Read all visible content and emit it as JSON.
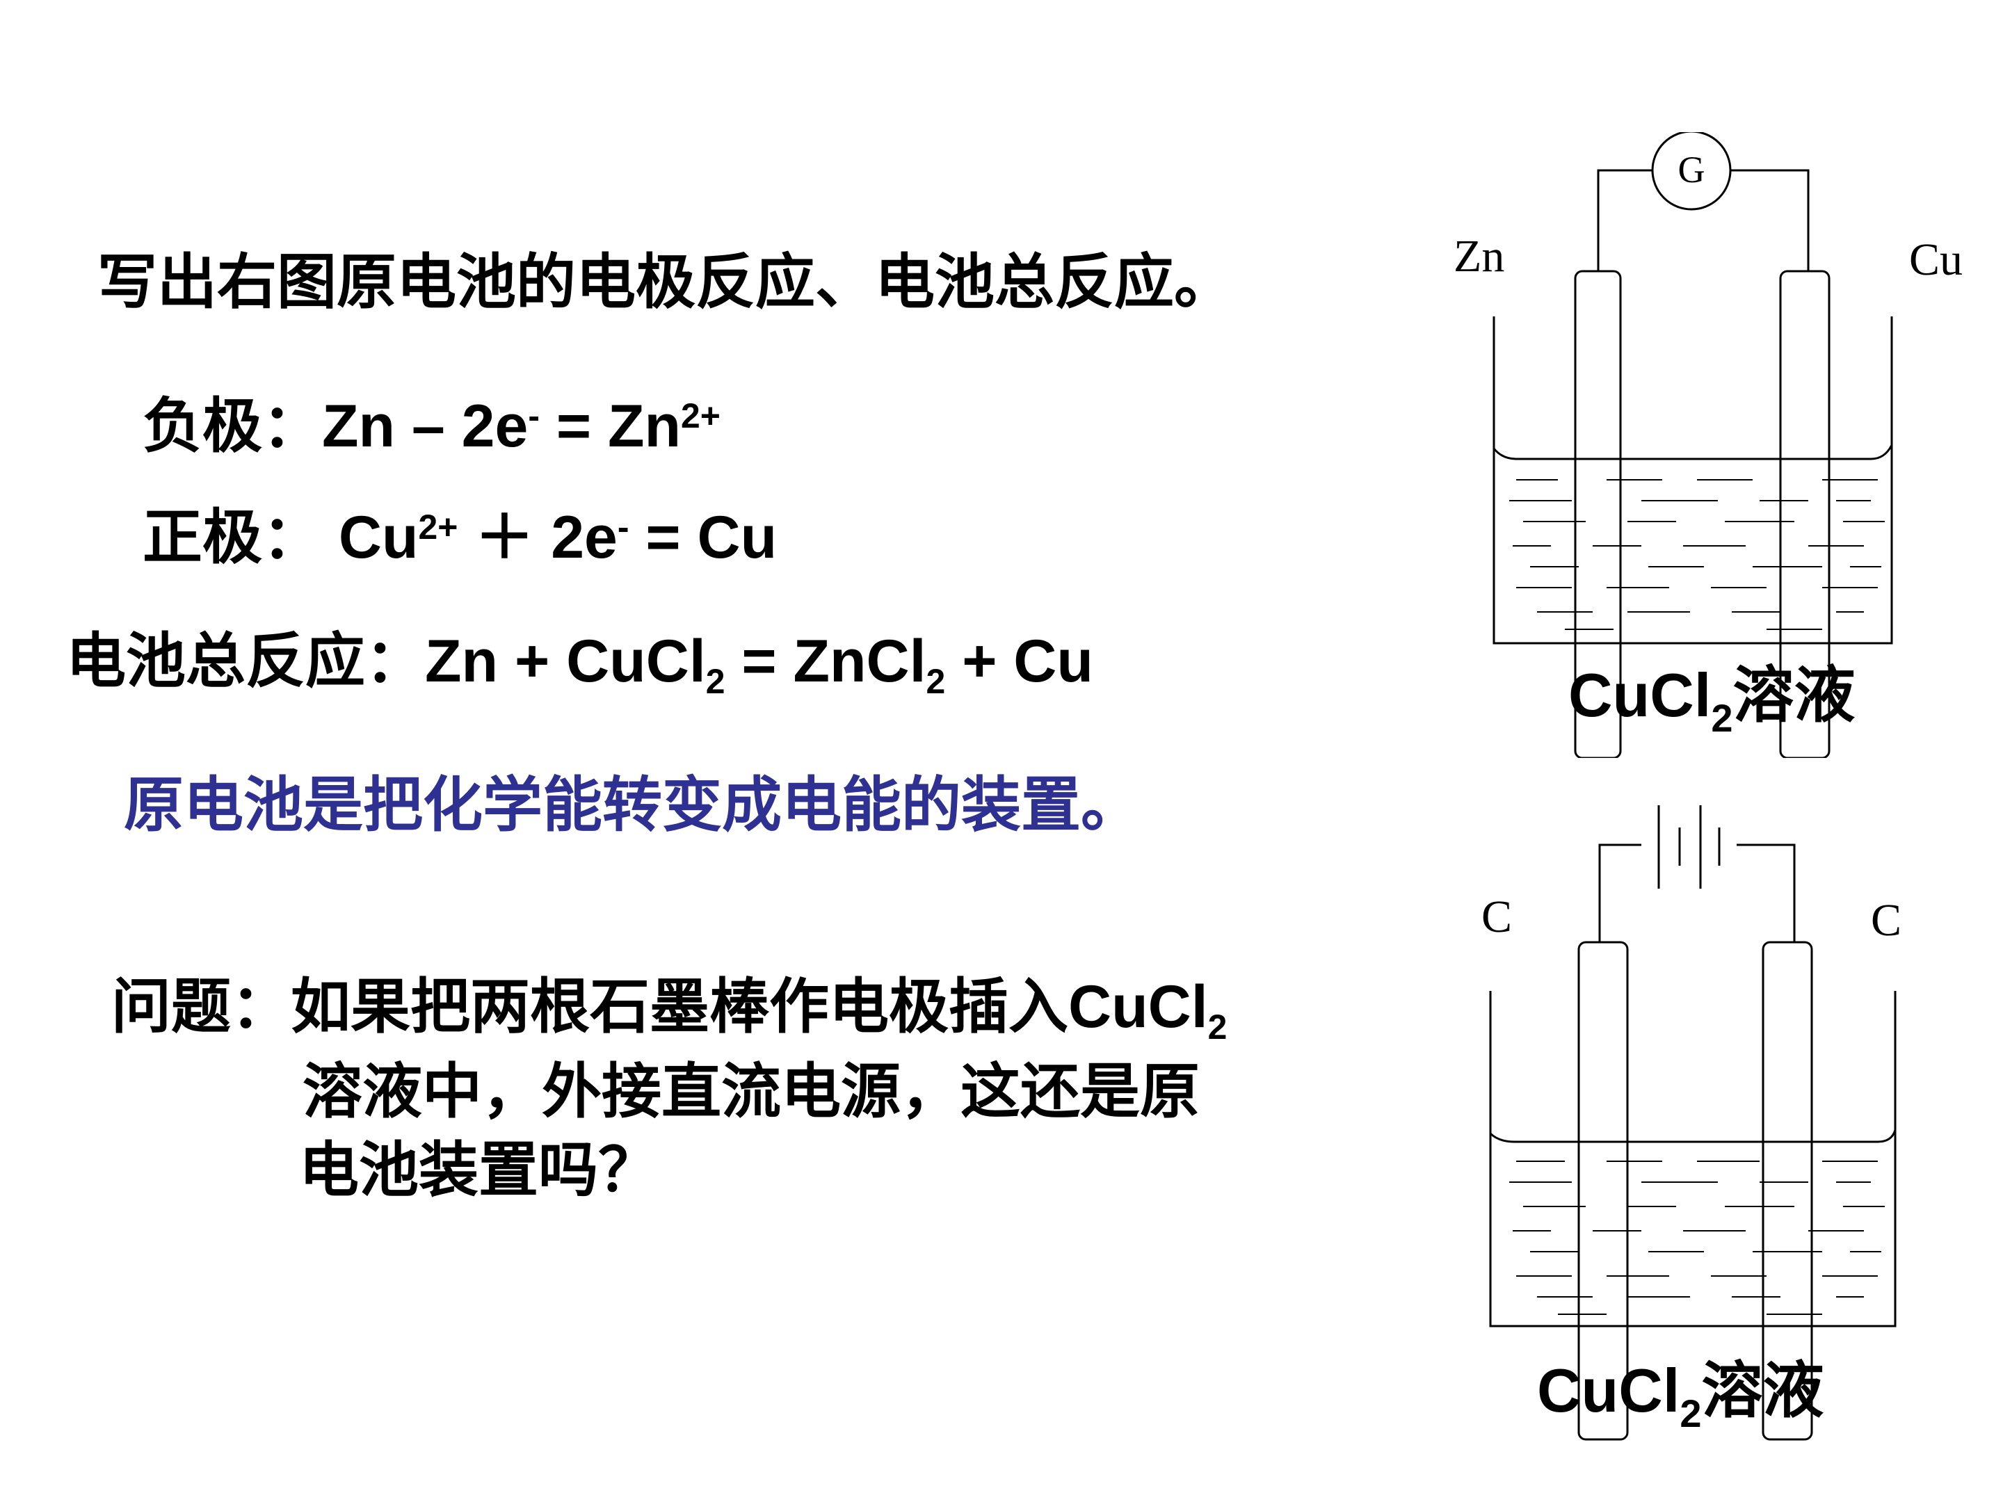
{
  "text": {
    "title": "写出右图原电池的电极反应、电池总反应。",
    "negative": {
      "label": "负极：",
      "a": "Zn – 2e",
      "a_sup": "-",
      "b": " = Zn",
      "b_sup": "2+"
    },
    "positive": {
      "label": "正极：",
      "a": " Cu",
      "a_sup": "2+",
      "b": " ＋ 2e",
      "b_sup": "-",
      "c": " = Cu"
    },
    "total": {
      "label": "电池总反应：",
      "a": "Zn + CuCl",
      "a_sub": "2",
      "b": " = ZnCl",
      "b_sub": "2",
      "c": " + Cu"
    },
    "definition": "原电池是把化学能转变成电能的装置。",
    "question": {
      "line1_a": "问题：如果把两根石墨棒作电极插入",
      "line1_b": "CuCl",
      "line1_sub": "2",
      "line2": "溶液中，外接直流电源，这还是原",
      "line3": "电池装置吗？"
    }
  },
  "figure1": {
    "meter": "G",
    "left_electrode": "Zn",
    "right_electrode": "Cu",
    "caption_a": "CuCl",
    "caption_sub": "2",
    "caption_b": "溶液"
  },
  "figure2": {
    "left_electrode": "C",
    "right_electrode": "C",
    "caption_a": "CuCl",
    "caption_sub": "2",
    "caption_b": "溶液"
  },
  "colors": {
    "text": "#000000",
    "definition": "#2e3192",
    "background": "#ffffff"
  }
}
